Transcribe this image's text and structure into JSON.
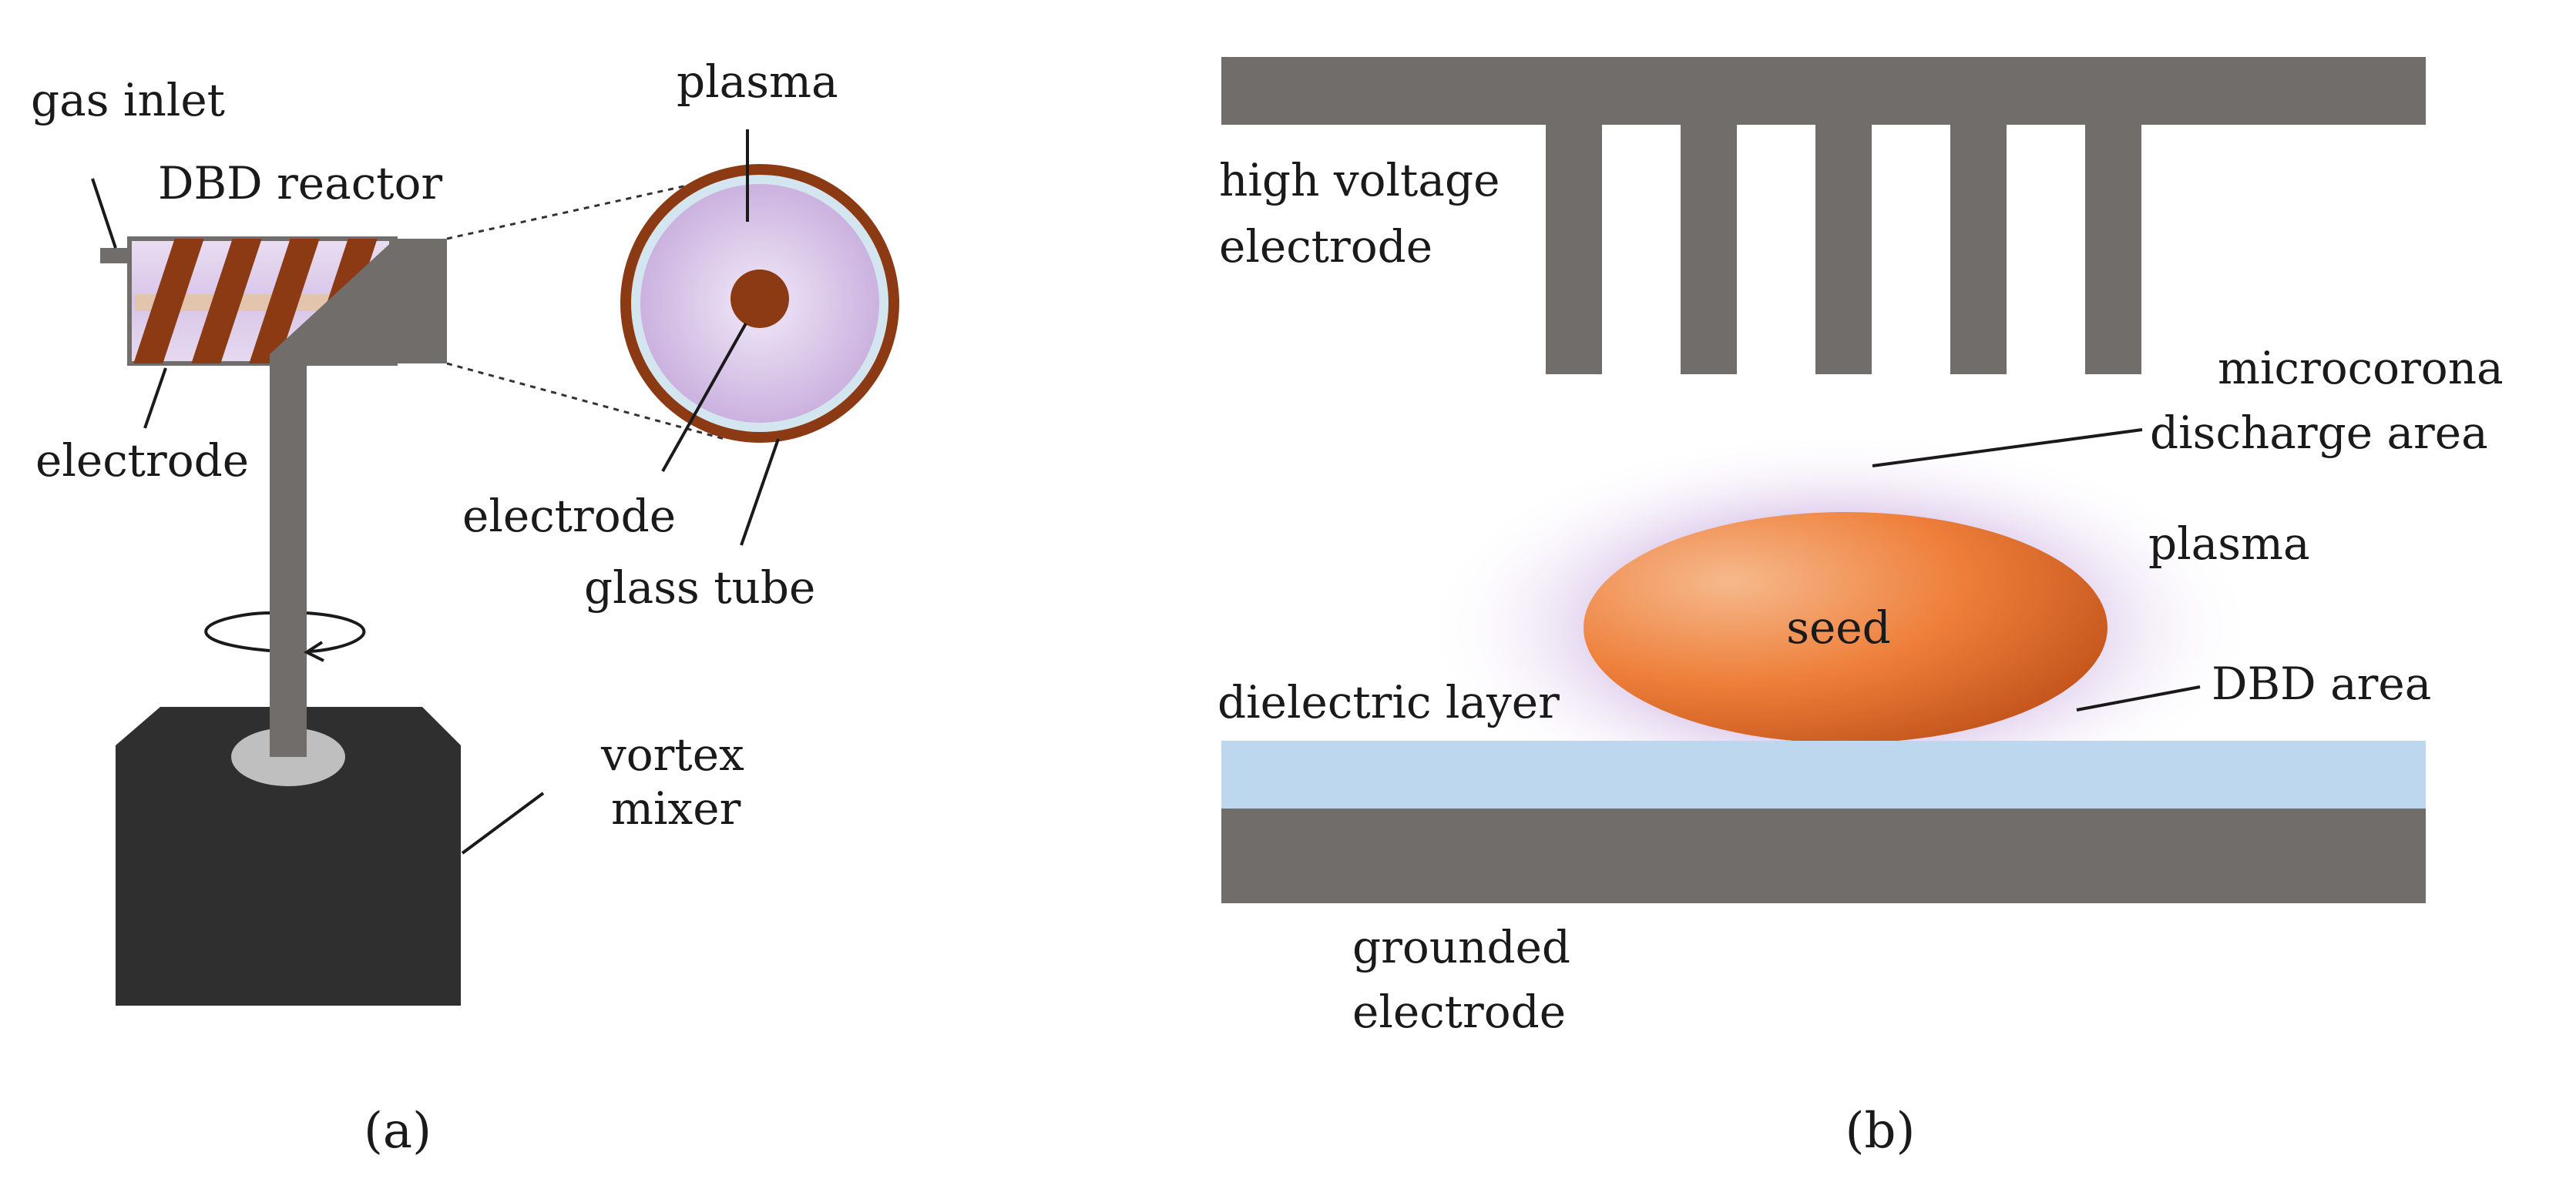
{
  "panel_a": {
    "labels": {
      "gas_inlet": "gas inlet",
      "dbd_reactor": "DBD reactor",
      "electrode": "electrode",
      "plasma": "plasma",
      "cross_section_electrode": "electrode",
      "glass_tube": "glass tube",
      "vortex_mixer_line1": "vortex",
      "vortex_mixer_line2": "mixer"
    },
    "caption": {
      "open": "(",
      "letter": "a",
      "close": ")"
    }
  },
  "panel_b": {
    "labels": {
      "hv_electrode_line1": "high voltage",
      "hv_electrode_line2": "electrode",
      "microcorona_line1": "microcorona",
      "microcorona_line2": "discharge area",
      "plasma": "plasma",
      "seed": "seed",
      "dbd_area": "DBD area",
      "dielectric_layer": "dielectric layer",
      "grounded_line1": "grounded",
      "grounded_line2": "electrode"
    },
    "electrode_comb_teeth": 5,
    "caption": {
      "open": "(",
      "letter": "b",
      "close": ")"
    }
  },
  "colors": {
    "electrode_gray": "#716d6b",
    "mixer_dark": "#2f2f2f",
    "mixer_cap": "#bfbfbf",
    "coil_brown": "#8c3a14",
    "tube_lavender": "#d9c6e6",
    "tube_edge_blue": "#cfe3ee",
    "plasma_purple": "#b58fd3",
    "seed_orange": "#ee7f3a",
    "dielectric_blue": "#bdd7ee"
  }
}
